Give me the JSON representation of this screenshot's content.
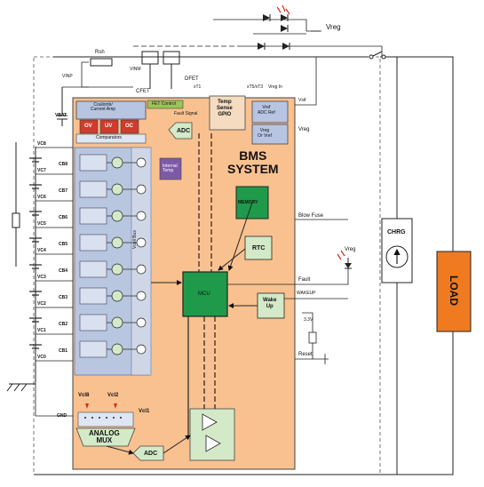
{
  "diagram": {
    "bms_title": "BMS\nSYSTEM",
    "load": "LOAD",
    "chrg": "CHRG",
    "vreg_top": "Vreg",
    "vreg_fault": "Vreg",
    "vreg_ref": "Vreg",
    "rsh": "Rsh",
    "vinp": "VINP",
    "vinm": "VINM",
    "cfet": "CFET",
    "dfet": "DFET",
    "xt1": "xT1",
    "xt5_xt3": "xT5/xT3",
    "vreg_in": "Vreg In",
    "vref_adc": "Vref\nADC Ref",
    "vreg_or": "Vreg\nOr Vref",
    "vbat": "VBAT",
    "vsif": "Vsif",
    "coulomb": "Coulomb/\nCurrent Amp",
    "ov": "OV",
    "uv": "UV",
    "oc": "OC",
    "comparators": "Comparators",
    "fet_control": "FET Control",
    "fault_signal": "Fault Signal",
    "temp_sense": "Temp\nSense\nGPIO",
    "adc_top": "ADC",
    "adc_bottom": "ADC",
    "internal_temp": "Internal\nTemp",
    "memory": "MEMORY",
    "blow_fuse": "Blow Fuse",
    "rtc": "RTC",
    "fault": "Fault",
    "mcu": "MCU",
    "wakeup_label": "WAKEUP",
    "wake_up": "Wake\nUp",
    "v3_3": "3.3V",
    "reset": "Reset",
    "analog_mux": "ANALOG\nMUX",
    "gnd": "GND",
    "vcl8": "Vcl8",
    "vcl2": "Vcl2",
    "vcl1": "Vcl1",
    "vcell_bus": "Vcell Bus",
    "vc_labels": [
      "VC8",
      "VC7",
      "VC6",
      "VC5",
      "VC4",
      "VC3",
      "VC2",
      "VC1",
      "VC0"
    ],
    "cb_labels": [
      "CB8",
      "CB7",
      "CB6",
      "CB5",
      "CB4",
      "CB3",
      "CB2",
      "CB1"
    ]
  },
  "colors": {
    "bms_fill": "#f9c18f",
    "mcu_fill": "#1f9a4a",
    "memory_fill": "#1f9a4a",
    "load_fill": "#f07a1f",
    "fault_block": "#cf3b2c",
    "coulomb_fill": "#b7c5e3",
    "internal_temp_fill": "#7d5aa6",
    "adc_fill": "#d3e9c8",
    "cell_panel": "#b8c6e0",
    "fet_control_fill": "#9bc45a"
  }
}
